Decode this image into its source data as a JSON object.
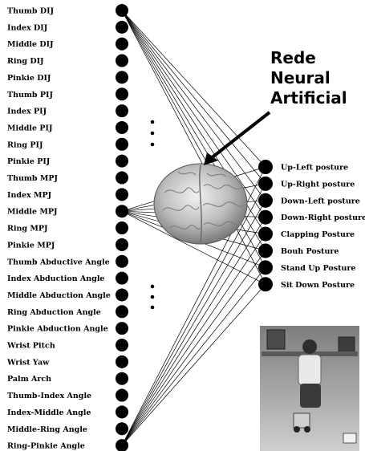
{
  "title": {
    "lines": [
      "Rede",
      "Neural",
      "Artificial"
    ]
  },
  "inputs": [
    "Thumb DIJ",
    "Index DIJ",
    "Middle DIJ",
    "Ring DIJ",
    "Pinkie DIJ",
    "Thumb PIJ",
    "Index PIJ",
    "Middle PIJ",
    "Ring PIJ",
    "Pinkie PIJ",
    "Thumb MPJ",
    "Index MPJ",
    "Middle MPJ",
    "Ring MPJ",
    "Pinkie MPJ",
    "Thumb Abductive Angle",
    "Index Abduction Angle",
    "Middle Abduction Angle",
    "Ring Abduction Angle",
    "Pinkie Abduction Angle",
    "Wrist Pitch",
    "Wrist Yaw",
    "Palm Arch",
    "Thumb-Index Angle",
    "Index-Middle Angle",
    "Middle-Ring Angle",
    "Ring-Pinkie Angle"
  ],
  "outputs": [
    "Up-Left posture",
    "Up-Right posture",
    "Down-Left posture",
    "Down-Right posture",
    "Clapping Posture",
    "Bouh Posture",
    "Stand Up Posture",
    "Sit Down Posture"
  ],
  "colors": {
    "node": "#000000",
    "line": "#000000",
    "brain": "#c8c8c8",
    "photo": "#9a9a9a"
  }
}
